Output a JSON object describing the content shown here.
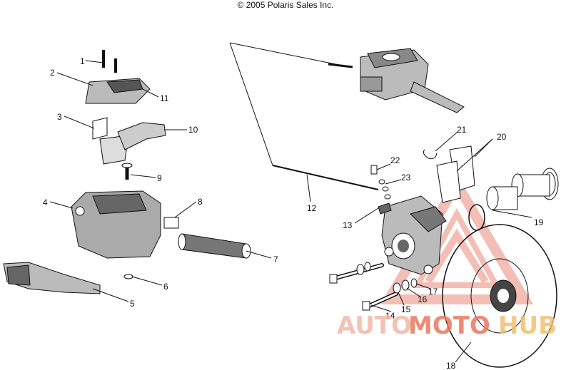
{
  "header": {
    "copyright": "© 2005 Polaris Sales Inc."
  },
  "callouts": [
    {
      "id": "1",
      "label": "1"
    },
    {
      "id": "2",
      "label": "2"
    },
    {
      "id": "3",
      "label": "3"
    },
    {
      "id": "4",
      "label": "4"
    },
    {
      "id": "5",
      "label": "5"
    },
    {
      "id": "6",
      "label": "6"
    },
    {
      "id": "7",
      "label": "7"
    },
    {
      "id": "8",
      "label": "8"
    },
    {
      "id": "9",
      "label": "9"
    },
    {
      "id": "10",
      "label": "10"
    },
    {
      "id": "11",
      "label": "11"
    },
    {
      "id": "12",
      "label": "12"
    },
    {
      "id": "13",
      "label": "13"
    },
    {
      "id": "14",
      "label": "14"
    },
    {
      "id": "15",
      "label": "15"
    },
    {
      "id": "16",
      "label": "16"
    },
    {
      "id": "17",
      "label": "17"
    },
    {
      "id": "18",
      "label": "18"
    },
    {
      "id": "19",
      "label": "19"
    },
    {
      "id": "20",
      "label": "20"
    },
    {
      "id": "21",
      "label": "21"
    },
    {
      "id": "22",
      "label": "22"
    },
    {
      "id": "23",
      "label": "23"
    }
  ],
  "watermark": {
    "part1": "AUTO",
    "part2": "MOTO",
    "part3": "HUB",
    "color1": "#f2b8a8",
    "color2": "#e87860",
    "color3": "#f0c070"
  },
  "colors": {
    "line": "#111111",
    "shade": "#555555",
    "light": "#cccccc"
  }
}
